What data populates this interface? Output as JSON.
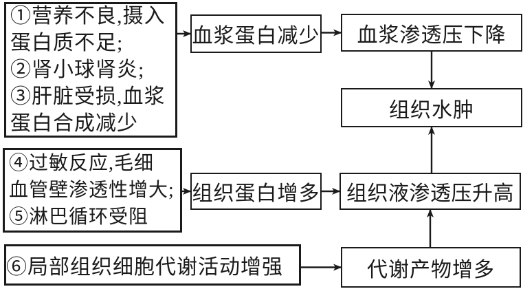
{
  "colors": {
    "ink": "#1a1a1a",
    "paper": "#ffffff"
  },
  "nodes": {
    "causes_plasma": {
      "label": "①营养不良,摄入\n蛋白质不足;\n②肾小球肾炎;\n③肝脏受损,血浆\n蛋白合成减少"
    },
    "plasma_protein_decrease": {
      "label": "血浆蛋白减少"
    },
    "plasma_osmotic_drop": {
      "label": "血浆渗透压下降"
    },
    "tissue_edema": {
      "label": "组织水肿"
    },
    "causes_tissue": {
      "label": "④过敏反应,毛细\n血管壁渗透性增大;\n⑤淋巴循环受阻"
    },
    "tissue_protein_increase": {
      "label": "组织蛋白增多"
    },
    "tissue_fluid_osmotic_rise": {
      "label": "组织液渗透压升高"
    },
    "local_metabolism_enhanced": {
      "label": "⑥局部组织细胞代谢活动增强"
    },
    "metabolic_products_increase": {
      "label": "代谢产物增多"
    }
  },
  "edges": [
    {
      "from": "causes_plasma",
      "to": "plasma_protein_decrease",
      "dir": "right"
    },
    {
      "from": "plasma_protein_decrease",
      "to": "plasma_osmotic_drop",
      "dir": "right"
    },
    {
      "from": "plasma_osmotic_drop",
      "to": "tissue_edema",
      "dir": "down"
    },
    {
      "from": "causes_tissue",
      "to": "tissue_protein_increase",
      "dir": "right"
    },
    {
      "from": "tissue_protein_increase",
      "to": "tissue_fluid_osmotic_rise",
      "dir": "right"
    },
    {
      "from": "tissue_fluid_osmotic_rise",
      "to": "tissue_edema",
      "dir": "up"
    },
    {
      "from": "local_metabolism_enhanced",
      "to": "metabolic_products_increase",
      "dir": "right"
    },
    {
      "from": "metabolic_products_increase",
      "to": "tissue_fluid_osmotic_rise",
      "dir": "up"
    }
  ]
}
